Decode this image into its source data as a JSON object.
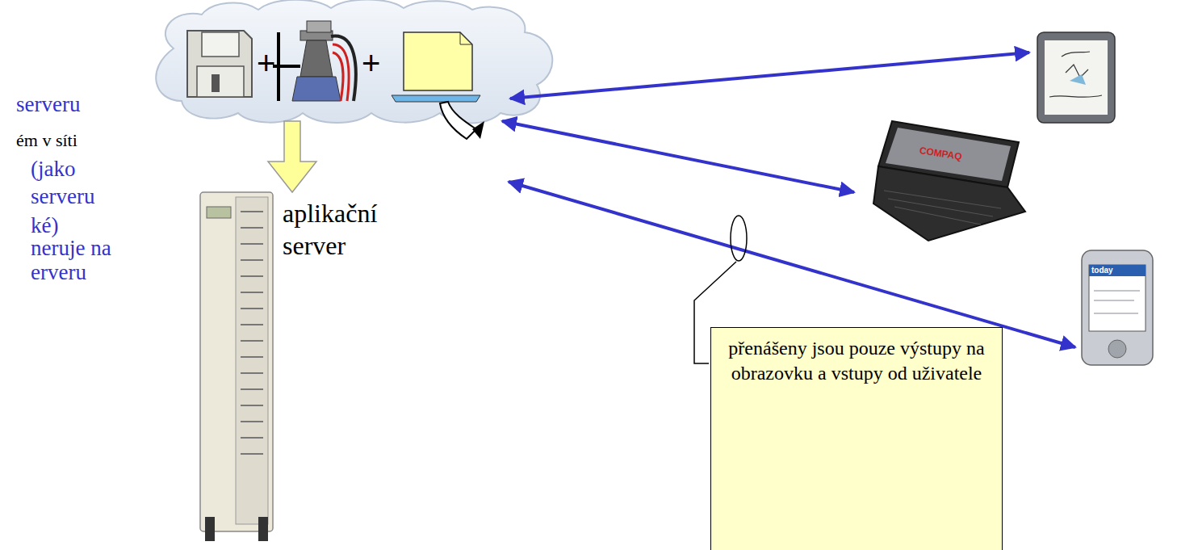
{
  "diagram": {
    "nodes": [
      {
        "text": [
          "přenášeny jsou pouze výstupy na obrazovku a vstupy od uživatele"
        ]
      }
    ],
    "labels": [
      "serveru",
      "ém v síti",
      "(jako",
      "serveru",
      "ké)",
      "neruje na",
      "erveru",
      "aplikační server",
      "COMPAQ",
      "today"
    ]
  }
}
